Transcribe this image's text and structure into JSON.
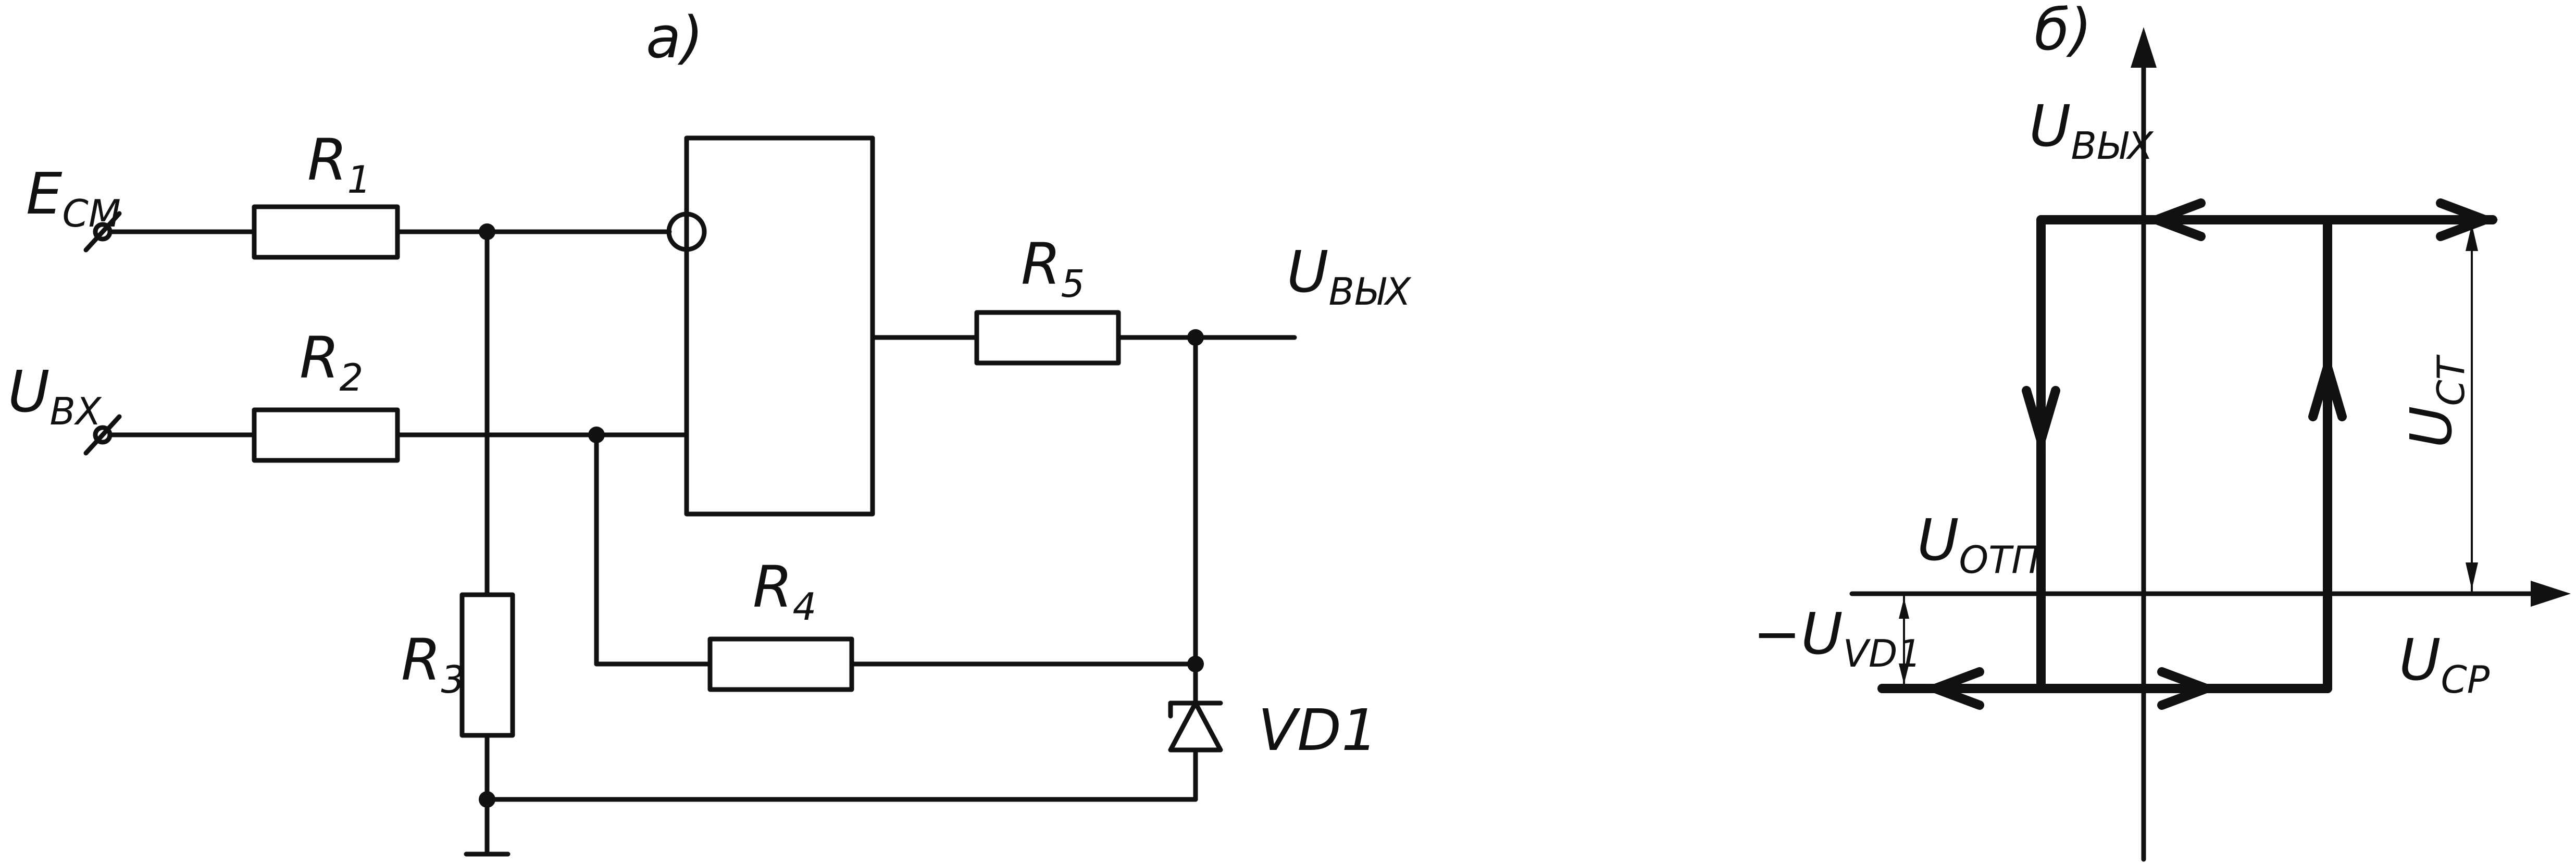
{
  "panel_a": {
    "title": "а)",
    "e_main": "E",
    "e_sub": "СМ",
    "uin_main": "U",
    "uin_sub": "ВХ",
    "uout_main": "U",
    "uout_sub": "ВЫХ",
    "r1_main": "R",
    "r1_sub": "1",
    "r2_main": "R",
    "r2_sub": "2",
    "r3_main": "R",
    "r3_sub": "3",
    "r4_main": "R",
    "r4_sub": "4",
    "r5_main": "R",
    "r5_sub": "5",
    "diode_label": "VD1"
  },
  "panel_b": {
    "title": "б)",
    "yaxis_main": "U",
    "yaxis_sub": "ВЫХ",
    "xaxis_main": "U",
    "xaxis_sub": "СР",
    "ust_main": "U",
    "ust_sub": "СТ",
    "uotp_main": "U",
    "uotp_sub": "ОТП",
    "uvd_main": "−U",
    "uvd_sub": "VD1"
  }
}
